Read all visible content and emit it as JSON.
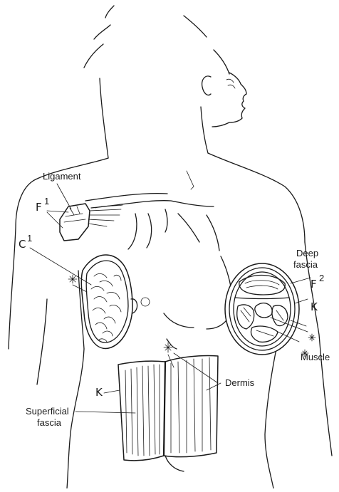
{
  "labels": {
    "ligament": "Ligament",
    "f1": "F",
    "f1_sup": "1",
    "c1": "C",
    "c1_sup": "1",
    "deep_fascia_1": "Deep",
    "deep_fascia_2": "fascia",
    "f2": "F",
    "f2_sup": "2",
    "k_arm": "K",
    "muscle": "Muscle",
    "dermis": "Dermis",
    "k_skin": "K",
    "superficial_1": "Superficial",
    "superficial_2": "fascia"
  },
  "colors": {
    "ink": "#1a1a1a",
    "paper": "#ffffff"
  }
}
